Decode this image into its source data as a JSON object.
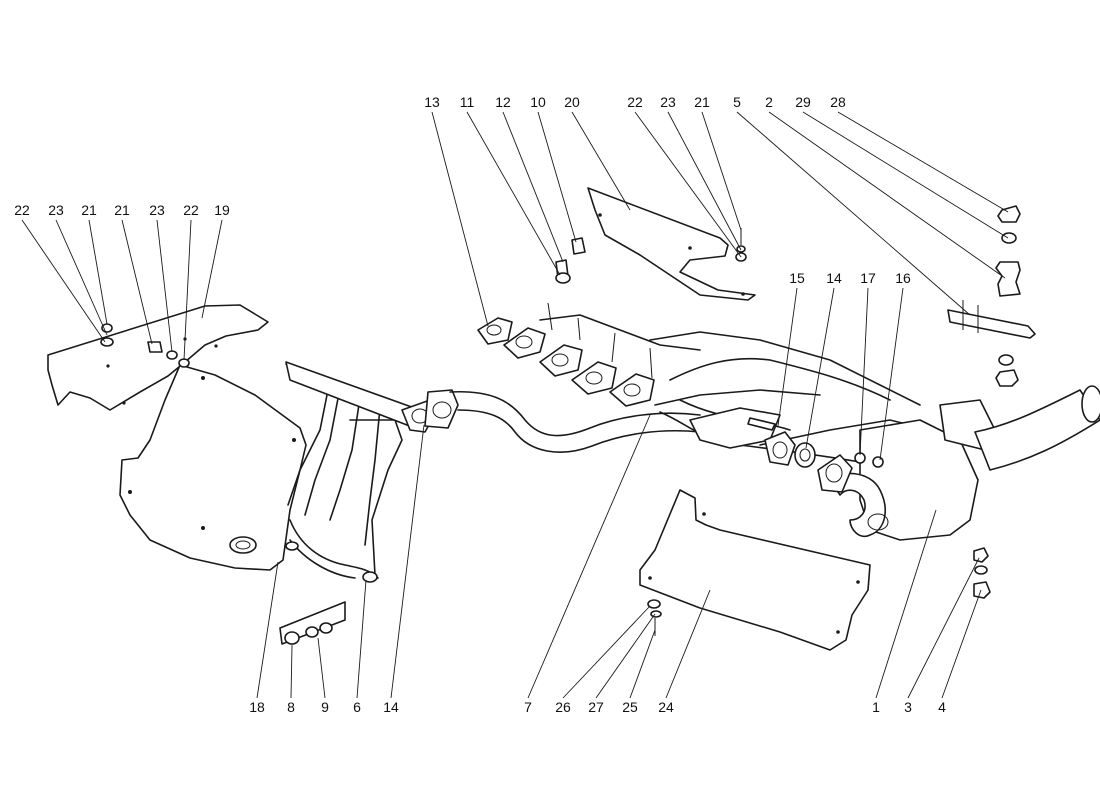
{
  "diagram": {
    "callouts": [
      "22",
      "23",
      "21",
      "21",
      "23",
      "22",
      "19",
      "13",
      "11",
      "12",
      "10",
      "20",
      "22",
      "23",
      "21",
      "5",
      "2",
      "29",
      "28",
      "15",
      "14",
      "17",
      "16",
      "18",
      "8",
      "9",
      "6",
      "14",
      "7",
      "26",
      "27",
      "25",
      "24",
      "1",
      "3",
      "4"
    ]
  }
}
